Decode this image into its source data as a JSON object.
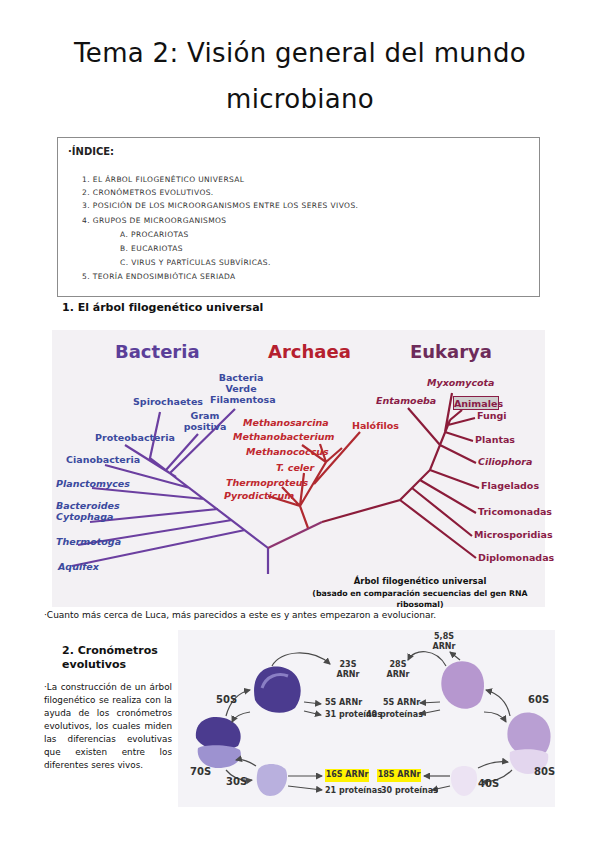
{
  "diagram": {
    "title": "Tema 2: Visión general del mundo microbiano",
    "nodes": [
      {
        "text": [
          "·ÍNDICE:",
          "1. EL ÁRBOL FILOGENÉTICO UNIVERSAL",
          "2. CRONÓMETROS EVOLUTIVOS.",
          "3. POSICIÓN DE LOS MICROORGANISMOS ENTRE LOS SERES VIVOS.",
          "4. GRUPOS DE MICROORGANISMOS",
          "A. PROCARIOTAS",
          "B. EUCARIOTAS",
          "C. VIRUS Y PARTÍCULAS SUBVÍRICAS.",
          "5. TEORÍA ENDOSIMBIÓTICA SERIADA"
        ]
      },
      {
        "text": [
          "Animales"
        ]
      },
      {
        "text": [
          "16S ARNr"
        ]
      },
      {
        "text": [
          "18S ARNr"
        ]
      }
    ],
    "labels": [
      "1. El árbol filogenético universal",
      "Bacteria",
      "Archaea",
      "Eukarya",
      "Bacteria Verde Filamentosa",
      "Spirochaetes",
      "Gram positiva",
      "Proteobacteria",
      "Cianobacteria",
      "Planctomyces",
      "Bacteroides Cytophaga",
      "Thermotoga",
      "Aquifex",
      "Methanosarcina",
      "Methanobacterium",
      "Methanococcus",
      "Halófilos",
      "T. celer",
      "Thermoproteus",
      "Pyrodicticum",
      "Myxomycota",
      "Entamoeba",
      "Fungi",
      "Plantas",
      "Ciliophora",
      "Flagelados",
      "Tricomonadas",
      "Microsporidias",
      "Diplomonadas",
      "Árbol filogenético universal",
      "(basado en comparación secuencias del gen RNA ribosomal)",
      "·Cuanto más cerca de Luca, más parecidos a este es y antes empezaron a evolucionar.",
      "2. Cronómetros evolutivos",
      "·La construcción de un árbol filogenético se realiza con la ayuda de los cronómetros evolutivos, los cuales miden las diferencias evolutivas que existen entre los diferentes seres vivos.",
      "50S",
      "70S",
      "30S",
      "23S ARNr",
      "5S ARNr",
      "31 proteínas",
      "21 proteínas",
      "5,8S ARNr",
      "28S ARNr",
      "5S ARNr",
      "40 proteínas",
      "60S",
      "80S",
      "40S",
      "30 proteínas"
    ]
  }
}
